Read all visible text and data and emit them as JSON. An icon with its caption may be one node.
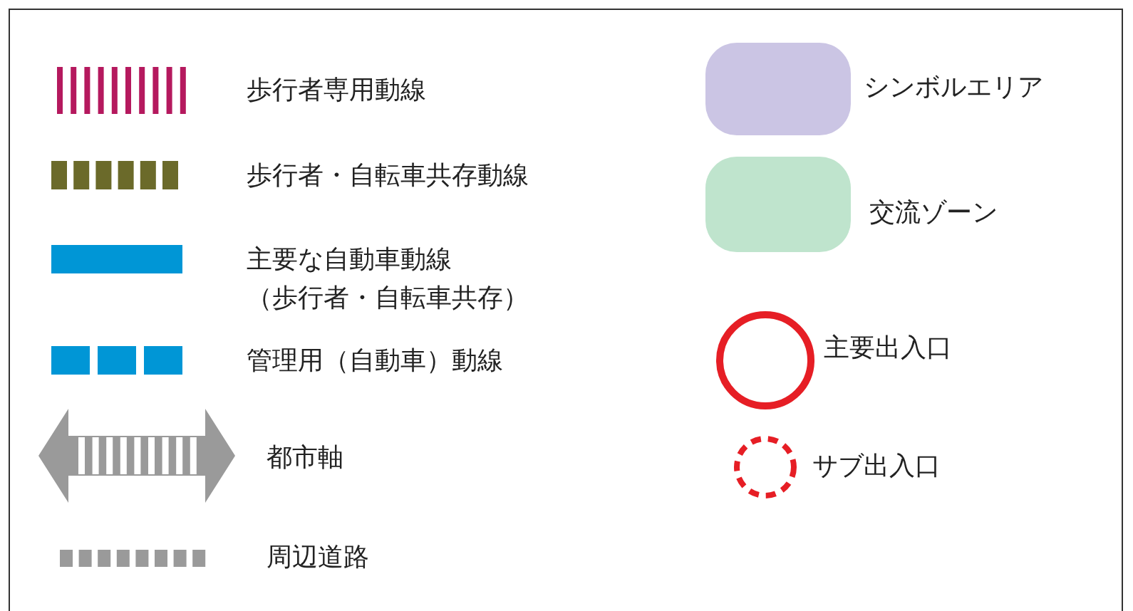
{
  "diagram": {
    "legend": [
      {
        "text": "歩行者専用動線"
      },
      {
        "text": "歩行者・自転車共存動線"
      },
      {
        "text": "主要な自動車動線（歩行者・自転車共存）",
        "color": "#0096d6"
      },
      {
        "text": "管理用（自動車）動線"
      },
      {
        "text": "都市軸"
      },
      {
        "text": "周辺道路"
      },
      {
        "text": "シンボルエリア",
        "color": "#cbc5e4"
      },
      {
        "text": "交流ゾーン",
        "color": "#bfe4cd"
      },
      {
        "text": "主要出入口"
      },
      {
        "text": "サブ出入口"
      }
    ]
  }
}
